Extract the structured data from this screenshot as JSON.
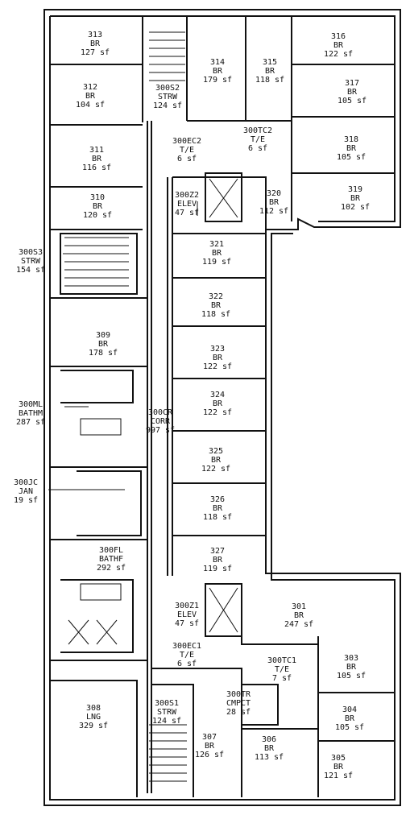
{
  "rooms": [
    {
      "key": "r313",
      "id": "313",
      "use": "BR",
      "area": "127 sf"
    },
    {
      "key": "r314",
      "id": "314",
      "use": "BR",
      "area": "179 sf"
    },
    {
      "key": "r315",
      "id": "315",
      "use": "BR",
      "area": "118 sf"
    },
    {
      "key": "r316",
      "id": "316",
      "use": "BR",
      "area": "122 sf"
    },
    {
      "key": "r312",
      "id": "312",
      "use": "BR",
      "area": "104 sf"
    },
    {
      "key": "r300S2",
      "id": "300S2",
      "use": "STRW",
      "area": "124 sf"
    },
    {
      "key": "r317",
      "id": "317",
      "use": "BR",
      "area": "105 sf"
    },
    {
      "key": "r300EC2",
      "id": "300EC2",
      "use": "T/E",
      "area": "6 sf"
    },
    {
      "key": "r300TC2",
      "id": "300TC2",
      "use": "T/E",
      "area": "6 sf"
    },
    {
      "key": "r311",
      "id": "311",
      "use": "BR",
      "area": "116 sf"
    },
    {
      "key": "r318",
      "id": "318",
      "use": "BR",
      "area": "105 sf"
    },
    {
      "key": "r300Z2",
      "id": "300Z2",
      "use": "ELEV",
      "area": "47 sf"
    },
    {
      "key": "r320",
      "id": "320",
      "use": "BR",
      "area": "112 sf"
    },
    {
      "key": "r319",
      "id": "319",
      "use": "BR",
      "area": "102 sf"
    },
    {
      "key": "r310",
      "id": "310",
      "use": "BR",
      "area": "120 sf"
    },
    {
      "key": "r321",
      "id": "321",
      "use": "BR",
      "area": "119 sf"
    },
    {
      "key": "r300S3",
      "id": "300S3",
      "use": "STRW",
      "area": "154 sf"
    },
    {
      "key": "r322",
      "id": "322",
      "use": "BR",
      "area": "118 sf"
    },
    {
      "key": "r309",
      "id": "309",
      "use": "BR",
      "area": "178 sf"
    },
    {
      "key": "r323",
      "id": "323",
      "use": "BR",
      "area": "122 sf"
    },
    {
      "key": "r324",
      "id": "324",
      "use": "BR",
      "area": "122 sf"
    },
    {
      "key": "r300ML",
      "id": "300ML",
      "use": "BATHM",
      "area": "287 sf"
    },
    {
      "key": "r300CR",
      "id": "300CR",
      "use": "CORR",
      "area": "997 sf"
    },
    {
      "key": "r325",
      "id": "325",
      "use": "BR",
      "area": "122 sf"
    },
    {
      "key": "r300JC",
      "id": "300JC",
      "use": "JAN",
      "area": "19 sf"
    },
    {
      "key": "r326",
      "id": "326",
      "use": "BR",
      "area": "118 sf"
    },
    {
      "key": "r300FL",
      "id": "300FL",
      "use": "BATHF",
      "area": "292 sf"
    },
    {
      "key": "r327",
      "id": "327",
      "use": "BR",
      "area": "119 sf"
    },
    {
      "key": "r300Z1",
      "id": "300Z1",
      "use": "ELEV",
      "area": "47 sf"
    },
    {
      "key": "r301",
      "id": "301",
      "use": "BR",
      "area": "247 sf"
    },
    {
      "key": "r300EC1",
      "id": "300EC1",
      "use": "T/E",
      "area": "6 sf"
    },
    {
      "key": "r300TC1",
      "id": "300TC1",
      "use": "T/E",
      "area": "7 sf"
    },
    {
      "key": "r303",
      "id": "303",
      "use": "BR",
      "area": "105 sf"
    },
    {
      "key": "r300TR",
      "id": "300TR",
      "use": "CMPCT",
      "area": "28 sf"
    },
    {
      "key": "r304",
      "id": "304",
      "use": "BR",
      "area": "105 sf"
    },
    {
      "key": "r308",
      "id": "308",
      "use": "LNG",
      "area": "329 sf"
    },
    {
      "key": "r300S1",
      "id": "300S1",
      "use": "STRW",
      "area": "124 sf"
    },
    {
      "key": "r307",
      "id": "307",
      "use": "BR",
      "area": "126 sf"
    },
    {
      "key": "r306",
      "id": "306",
      "use": "BR",
      "area": "113 sf"
    },
    {
      "key": "r305",
      "id": "305",
      "use": "BR",
      "area": "121 sf"
    }
  ]
}
